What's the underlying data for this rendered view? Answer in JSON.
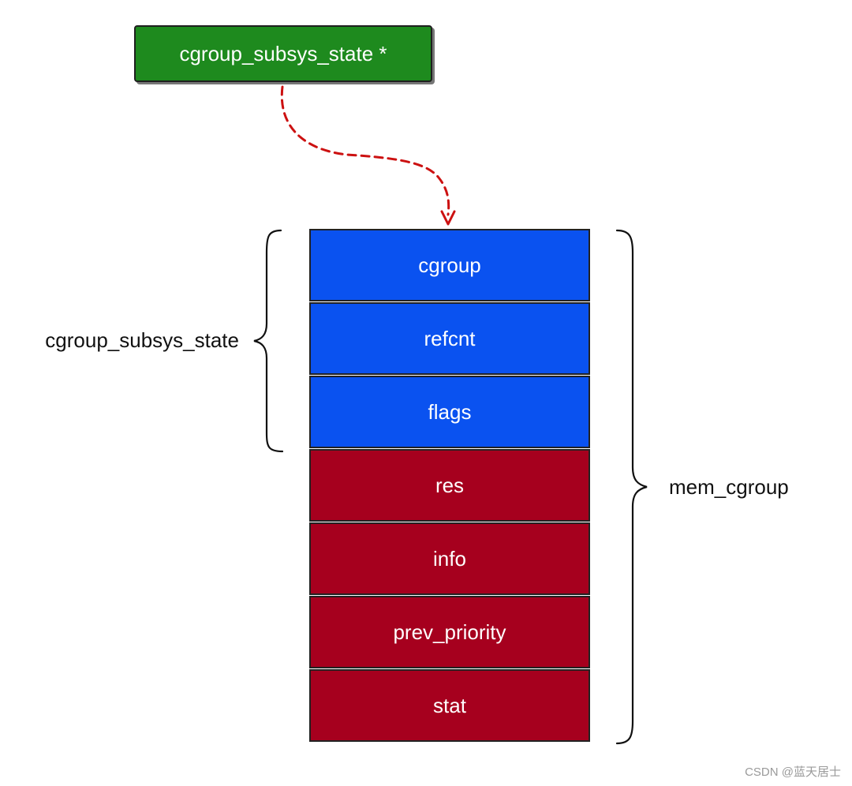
{
  "pointer": {
    "label": "cgroup_subsys_state *",
    "color": "#1e8a1e"
  },
  "fields": [
    {
      "label": "cgroup",
      "group": "css"
    },
    {
      "label": "refcnt",
      "group": "css"
    },
    {
      "label": "flags",
      "group": "css"
    },
    {
      "label": "res",
      "group": "mem"
    },
    {
      "label": "info",
      "group": "mem"
    },
    {
      "label": "prev_priority",
      "group": "mem"
    },
    {
      "label": "stat",
      "group": "mem"
    }
  ],
  "group_colors": {
    "css": "#0a52f0",
    "mem": "#a6001e"
  },
  "arrow_color": "#cc1111",
  "labels": {
    "css_group": "cgroup_subsys_state",
    "mem_group": "mem_cgroup"
  },
  "watermark": "CSDN @蓝天居士"
}
